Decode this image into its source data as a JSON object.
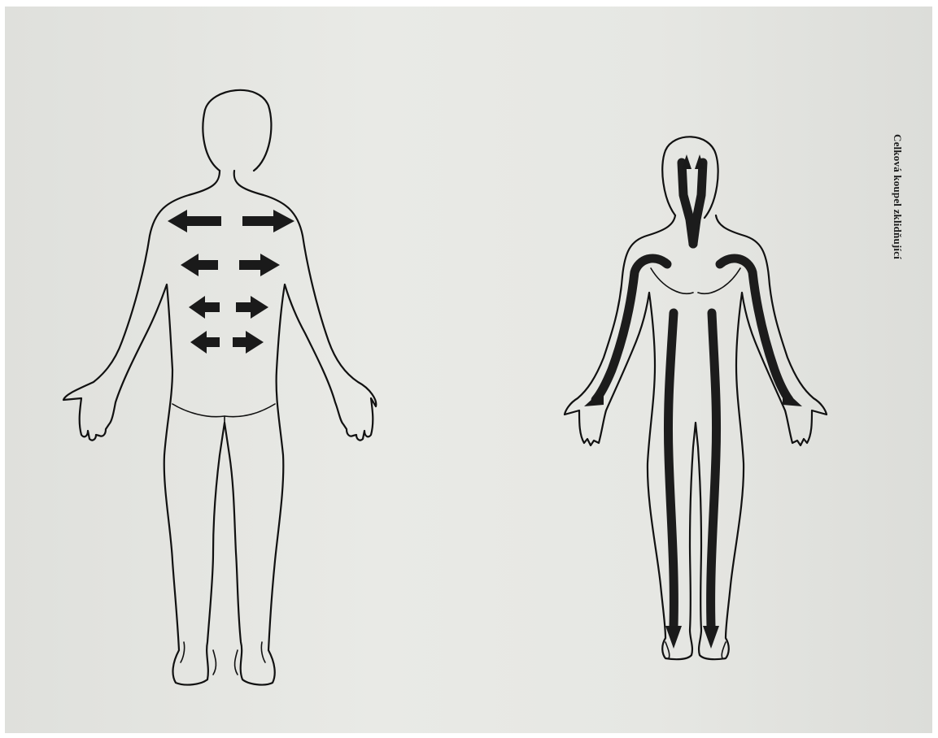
{
  "caption": "Celková koupel zklidňující",
  "figures": [
    {
      "name": "back-view-figure",
      "arrows": "outward-horizontal"
    },
    {
      "name": "front-view-figure",
      "arrows": "downward-flow"
    }
  ],
  "colors": {
    "paper": "#e6e7e3",
    "ink": "#111111"
  }
}
